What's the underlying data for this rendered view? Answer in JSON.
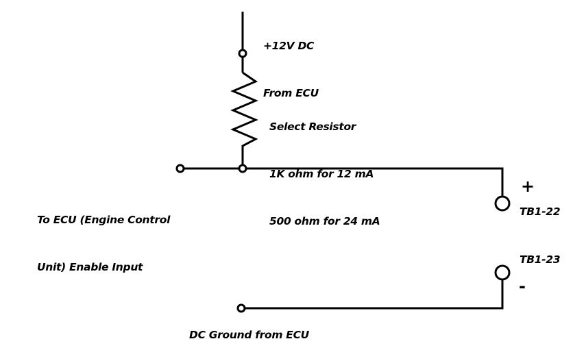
{
  "diagram": {
    "type": "circuit-schematic",
    "colors": {
      "wire": "#000000",
      "background": "#ffffff",
      "text": "#000000"
    },
    "labels": {
      "supply": [
        "+12V DC",
        "From ECU"
      ],
      "resistor": [
        "Select Resistor",
        "1K ohm for 12 mA",
        "500 ohm for 24 mA"
      ],
      "enable_input": [
        "To ECU (Engine Control",
        "Unit) Enable Input"
      ],
      "terminal_plus_sign": "+",
      "terminal_plus": "TB1-22",
      "terminal_minus": "TB1-23",
      "terminal_minus_sign": "-",
      "ground": "DC Ground from ECU"
    },
    "components": [
      {
        "id": "supply-node",
        "kind": "node",
        "label": "+12V DC From ECU"
      },
      {
        "id": "resistor",
        "kind": "resistor",
        "values": [
          "1K ohm for 12 mA",
          "500 ohm for 24 mA"
        ]
      },
      {
        "id": "junction-node",
        "kind": "node"
      },
      {
        "id": "enable-input-node",
        "kind": "node",
        "label": "To ECU (Engine Control Unit) Enable Input"
      },
      {
        "id": "tb1-22",
        "kind": "terminal",
        "polarity": "+",
        "label": "TB1-22"
      },
      {
        "id": "tb1-23",
        "kind": "terminal",
        "polarity": "-",
        "label": "TB1-23"
      },
      {
        "id": "ground-node",
        "kind": "node",
        "label": "DC Ground from ECU"
      }
    ],
    "connections": [
      [
        "supply-node",
        "resistor"
      ],
      [
        "resistor",
        "junction-node"
      ],
      [
        "enable-input-node",
        "junction-node"
      ],
      [
        "junction-node",
        "tb1-22"
      ],
      [
        "tb1-23",
        "ground-node"
      ]
    ]
  }
}
